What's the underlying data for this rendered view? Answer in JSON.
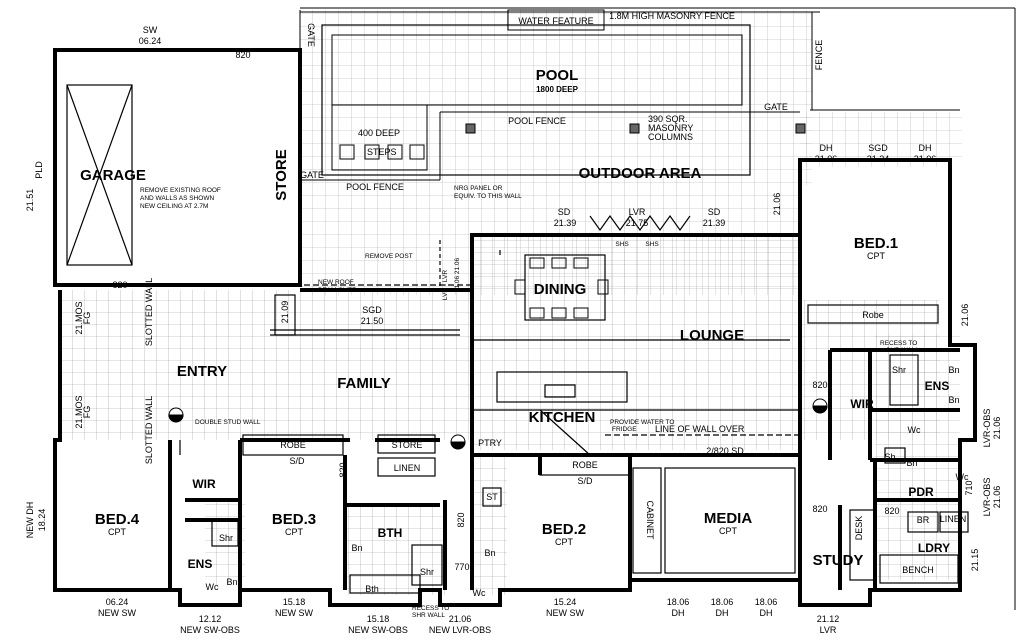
{
  "colors": {
    "ink": "#000000",
    "grid": "#9a9a9a",
    "paper": "#ffffff"
  },
  "rooms": {
    "garage": "GARAGE",
    "garage_note_1": "REMOVE EXISTING ROOF",
    "garage_note_2": "AND WALLS AS SHOWN",
    "garage_note_3": "NEW CEILING AT 2.7M",
    "store": "STORE",
    "pool": "POOL",
    "pool_depth": "1800 DEEP",
    "steps_depth": "400 DEEP",
    "steps": "STEPS",
    "outdoor": "OUTDOOR AREA",
    "dining": "DINING",
    "lounge": "LOUNGE",
    "family": "FAMILY",
    "entry": "ENTRY",
    "kitchen": "KITCHEN",
    "bed1": "BED.1",
    "bed2": "BED.2",
    "bed3": "BED.3",
    "bed4": "BED.4",
    "cpt": "CPT",
    "wir": "WIR",
    "ens": "ENS",
    "media": "MEDIA",
    "study": "STUDY",
    "pdr": "PDR",
    "ldry": "LDRY",
    "bth": "BTH",
    "robe": "ROBE",
    "robe_small": "Robe",
    "sd": "S/D",
    "linen": "LINEN",
    "linen_small": "LINEN",
    "store_small": "STORE",
    "ptry": "PTRY",
    "cabinet": "CABINET",
    "desk": "DESK",
    "bench": "BENCH",
    "st": "ST",
    "br": "BR",
    "shr": "Shr",
    "wc": "Wc",
    "bn": "Bn",
    "sh": "Sh"
  },
  "labels": {
    "water_feature": "WATER FEATURE",
    "masonry_fence": "1.8M HIGH MASONRY FENCE",
    "pool_fence": "POOL FENCE",
    "gate": "GATE",
    "fence": "FENCE",
    "masonry_columns_1": "390 SQR.",
    "masonry_columns_2": "MASONRY",
    "masonry_columns_3": "COLUMNS",
    "nrg_panel_1": "NRG PANEL OR",
    "nrg_panel_2": "EQUIV. TO THIS WALL",
    "remove_post": "REMOVE POST",
    "new_roof_1": "NEW ROOF",
    "new_roof_2": "BEAM OVER",
    "slotted_wall": "SLOTTED WALL",
    "double_stud_wall": "DOUBLE STUD WALL",
    "line_of_wall_over": "LINE OF WALL OVER",
    "provide_water_1": "PROVIDE WATER TO",
    "provide_water_2": "FRIDGE",
    "recess_1": "RECESS TO",
    "recess_2": "SHR WALL",
    "sd_2820": "2/820 SD",
    "sd_label": "SD",
    "lvr_label": "LVR",
    "shs": "SHS",
    "sgd": "SGD",
    "dh": "DH",
    "fg": "FG",
    "pld": "PLD",
    "bth_bath": "Bth",
    "lvr_lvr": "LVR - LVR",
    "lvr_obs": "LVR-OBS"
  },
  "dimensions": {
    "d820": "820",
    "d770": "770",
    "d710": "710",
    "d0624": "06.24",
    "d2151": "21.51",
    "d2109": "21.09",
    "d2150": "21.50",
    "d2139": "21.39",
    "d2175": "21.75",
    "d2106": "21.06",
    "d2124": "21.24",
    "d2115": "21.15",
    "d2112": "21.12",
    "d1824": "18.24",
    "d1212": "12.12",
    "d1518": "15.18",
    "d1524": "15.24",
    "d1806": "18.06",
    "d2106b": "21.06",
    "d2106c": "21.06",
    "d2106d": "21.06",
    "d2106e": "21.06",
    "d2106f": "21.06",
    "d2106g": "21.06",
    "d21mos": "21.MOS",
    "d2106_2106": "21.06 21.06",
    "sw": "SW",
    "new_sw": "NEW SW",
    "new_sw_obs": "NEW SW-OBS",
    "new_lvr_obs": "NEW LVR-OBS",
    "new_dh": "NEW DH",
    "lvr_obs_r": "LVR-OBS",
    "lvr_r": "LVR",
    "dh_r": "DH"
  }
}
